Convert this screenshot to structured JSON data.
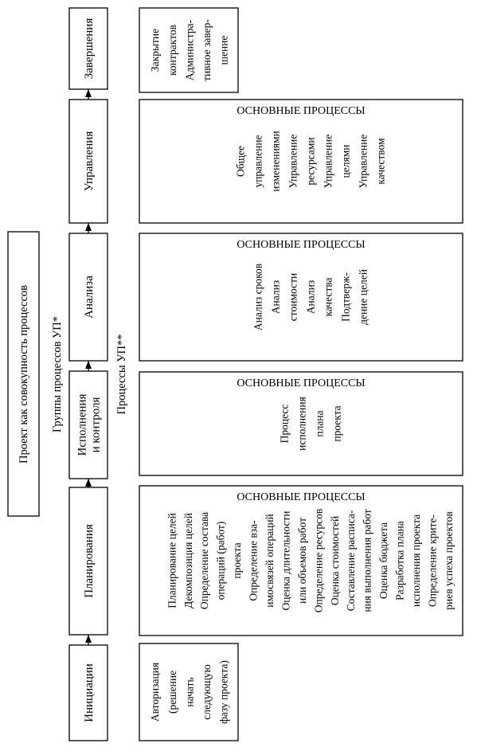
{
  "title": "Проект как совокупность процессов",
  "groups_label": "Группы процессов УП*",
  "processes_label": "Процессы УП**",
  "phases": [
    {
      "key": "initiation",
      "label": "Инициации"
    },
    {
      "key": "planning",
      "label": "Планирования"
    },
    {
      "key": "execution",
      "label": [
        "Исполнения",
        "и контроля"
      ]
    },
    {
      "key": "analysis",
      "label": "Анализа"
    },
    {
      "key": "control",
      "label": "Управления"
    },
    {
      "key": "closing",
      "label": "Завершения"
    }
  ],
  "details": {
    "initiation": {
      "header": "",
      "lines": [
        "Авторизация",
        "(решение",
        "начать",
        "следующую",
        "фазу проекта)"
      ]
    },
    "planning": {
      "header": "ОСНОВНЫЕ ПРОЦЕССЫ",
      "lines": [
        "Планирование целей",
        "Декомпозиция целей",
        "Определение состава",
        "операций (работ)",
        "проекта",
        "Определение вза-",
        "имосвязей операций",
        "Оценка длительности",
        "или объемов работ",
        "Определение ресурсов",
        "Оценка стоимостей",
        "Составление расписа-",
        "ния выполнения работ",
        "Оценка бюджета",
        "Разработка плана",
        "исполнения проекта",
        "Определение крите-",
        "риев успеха проектов"
      ]
    },
    "execution": {
      "header": "ОСНОВНЫЕ ПРОЦЕССЫ",
      "lines": [
        "Процесс",
        "исполнения",
        "плана",
        "проекта"
      ]
    },
    "analysis": {
      "header": "ОСНОВНЫЕ ПРОЦЕССЫ",
      "lines": [
        "Анализ сроков",
        "Анализ",
        "стоимости",
        "Анализ",
        "качества",
        "Подтверж-",
        "дение целей"
      ]
    },
    "control": {
      "header": "ОСНОВНЫЕ ПРОЦЕССЫ",
      "lines": [
        "Общее",
        "управление",
        "изменениями",
        "Управление",
        "ресурсами",
        "Управление",
        "целями",
        "Управление",
        "качеством"
      ]
    },
    "closing": {
      "header": "",
      "lines": [
        "Закрытие",
        "контрактов",
        "Администра-",
        "тивное завер-",
        "шение"
      ]
    }
  }
}
